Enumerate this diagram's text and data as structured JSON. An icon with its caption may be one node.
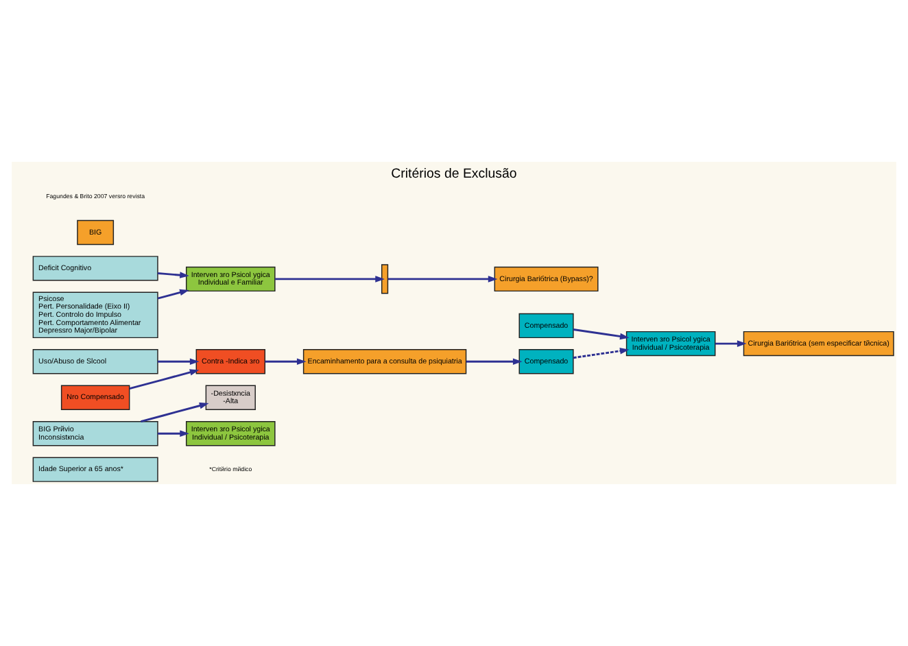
{
  "diagram": {
    "title": "Critérios de Exclusão",
    "nodes": [
      {
        "text": [
          "Deficit Cognitivo"
        ]
      },
      {
        "text": [
          "Psicose",
          "Pert. Personalidade (Eixo II)",
          "Pert. Controlo do Impulso",
          "Pert. Comportamento Alimentar",
          "Depressro Major/Bipolar"
        ]
      },
      {
        "text": [
          "Uso/Abuso de Slcool"
        ]
      },
      {
        "text": [
          "BIG Prйvio",
          "Inconsistкncia"
        ]
      },
      {
        "text": [
          "Idade Superior a 65 anos*"
        ]
      },
      {
        "text": [
          "Interven зro Psicol уgica",
          "Individual e Familiar"
        ]
      },
      {
        "text": [
          "BIG"
        ]
      },
      {
        "text": [],
        "shape": "bar"
      },
      {
        "text": [
          "Cirurgia Bariбtrica (Bypass)?"
        ]
      },
      {
        "text": [
          "Compensado"
        ]
      },
      {
        "text": [
          "Interven зro Psicol уgica",
          "Individual / Psicoterapia"
        ]
      },
      {
        "text": [
          "Cirurgia Bariбtrica (sem especificar tйcnica)"
        ]
      },
      {
        "text": [
          "Compensado"
        ]
      },
      {
        "text": [
          "Nro Compensado"
        ]
      },
      {
        "text": [
          "Contra -Indica зro"
        ]
      },
      {
        "text": [
          "Encaminhamento para a consulta de psiquiatria"
        ]
      },
      {
        "text": [
          "Interven зro Psicol уgica",
          "Individual / Psicoterapia"
        ]
      },
      {
        "text": [
          "-Desistкncia",
          "-Alta"
        ]
      }
    ],
    "edges": [
      {
        "from": 0,
        "to": 5,
        "arrow": "to"
      },
      {
        "from": 1,
        "to": 5,
        "arrow": "to"
      },
      {
        "from": 5,
        "to": 7,
        "arrow": "to"
      },
      {
        "from": 7,
        "to": 8,
        "arrow": "to"
      },
      {
        "from": 9,
        "to": 10,
        "arrow": "to"
      },
      {
        "from": 10,
        "to": 11,
        "arrow": "to"
      },
      {
        "from": 12,
        "to": 10,
        "arrow": "to",
        "style": "dashed"
      },
      {
        "from": 13,
        "to": 14,
        "arrow": "to"
      },
      {
        "from": 2,
        "to": 14,
        "arrow": "to"
      },
      {
        "from": 14,
        "to": 15,
        "arrow": "to"
      },
      {
        "from": 15,
        "to": 12,
        "arrow": "to"
      },
      {
        "from": 3,
        "to": 16,
        "arrow": "to"
      },
      {
        "from": 3,
        "to": 17,
        "arrow": "to"
      }
    ],
    "labels": [
      "*Critйrio mйdico",
      "Fagundes & Brito 2007 versro revista"
    ]
  }
}
